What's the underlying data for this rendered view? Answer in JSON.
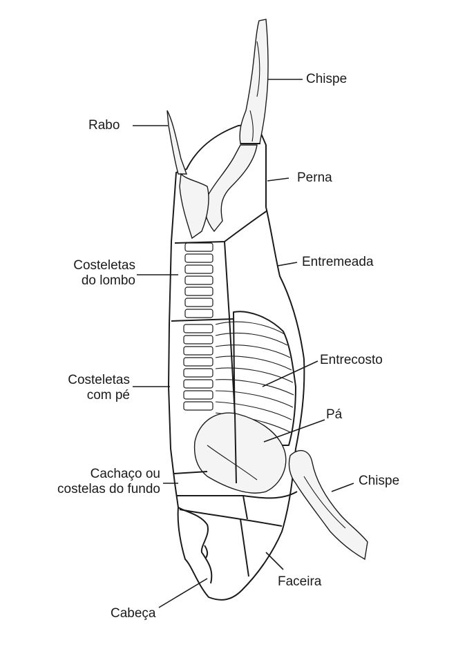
{
  "labels": {
    "chispe_top": "Chispe",
    "rabo": "Rabo",
    "perna": "Perna",
    "costeletas_lombo_1": "Costeletas",
    "costeletas_lombo_2": "do lombo",
    "entremeada": "Entremeada",
    "entrecosto": "Entrecosto",
    "costeletas_pe_1": "Costeletas",
    "costeletas_pe_2": "com pé",
    "pa": "Pá",
    "cachaco_1": "Cachaço ou",
    "cachaco_2": "costelas do fundo",
    "chispe_bottom": "Chispe",
    "faceira": "Faceira",
    "cabeca": "Cabeça"
  },
  "colors": {
    "ink": "#1a1a1a",
    "background": "#ffffff"
  }
}
